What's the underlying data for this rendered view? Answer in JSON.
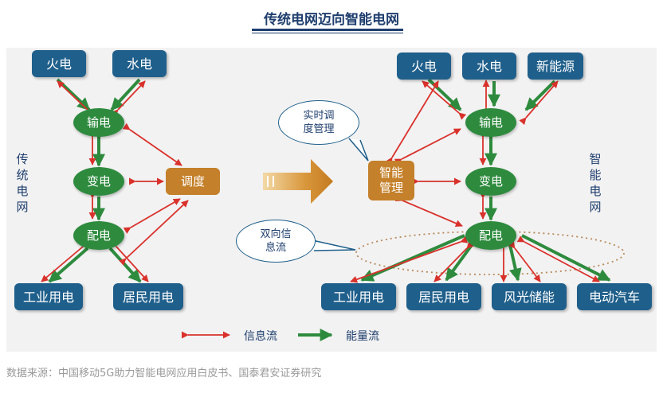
{
  "title": "传统电网迈向智能电网",
  "traditional": {
    "side_label": "传统电网",
    "fire": "火电",
    "water": "水电",
    "transmit": "输电",
    "transform": "变电",
    "distribute": "配电",
    "dispatch": "调度",
    "industrial": "工业用电",
    "residential": "居民用电"
  },
  "smart": {
    "side_label": "智能电网",
    "fire": "火电",
    "water": "水电",
    "new_energy": "新能源",
    "transmit": "输电",
    "transform": "变电",
    "distribute": "配电",
    "management": "智能管理",
    "industrial": "工业用电",
    "residential": "居民用电",
    "wind_solar": "风光储能",
    "ev": "电动汽车",
    "bubble_realtime": "实时调度管理",
    "bubble_bidirectional": "双向信息流"
  },
  "legend": {
    "info_flow": "信息流",
    "energy_flow": "能量流"
  },
  "colors": {
    "info_flow": "#d9312b",
    "energy_flow": "#2e8b3e",
    "node_blue": "#1f5f8b",
    "node_green": "#2e8b3e",
    "node_orange": "#c4802a"
  },
  "source": "数据来源：中国移动5G助力智能电网应用白皮书、国泰君安证券研究"
}
